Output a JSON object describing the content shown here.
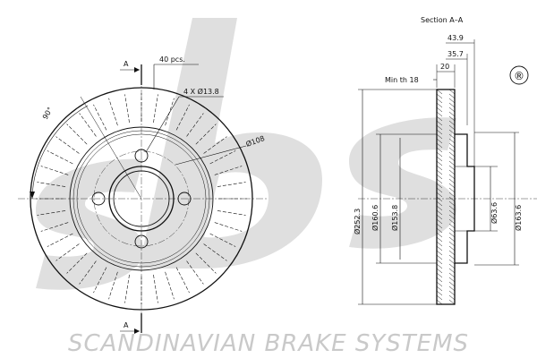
{
  "front_view": {
    "section_marker": "A",
    "slot_count_label": "40 pcs.",
    "bolt_holes_label": "4 X Ø13.8",
    "pcd_label": "Ø108",
    "angle_label": "90°"
  },
  "section_view": {
    "title": "Section A–A",
    "min_thickness_label": "Min th 18",
    "dimensions": {
      "overall_width": "43.9",
      "hat_offset": "35.7",
      "disc_thickness": "20",
      "outer_diameter": "Ø252.3",
      "hub_outer_diameter": "Ø160.6",
      "hat_diameter": "Ø153.8",
      "center_bore": "Ø63.6",
      "hat_inner_diameter": "Ø163.6"
    }
  },
  "branding": {
    "tagline": "SCANDINAVIAN BRAKE SYSTEMS",
    "registered_mark": "®"
  }
}
